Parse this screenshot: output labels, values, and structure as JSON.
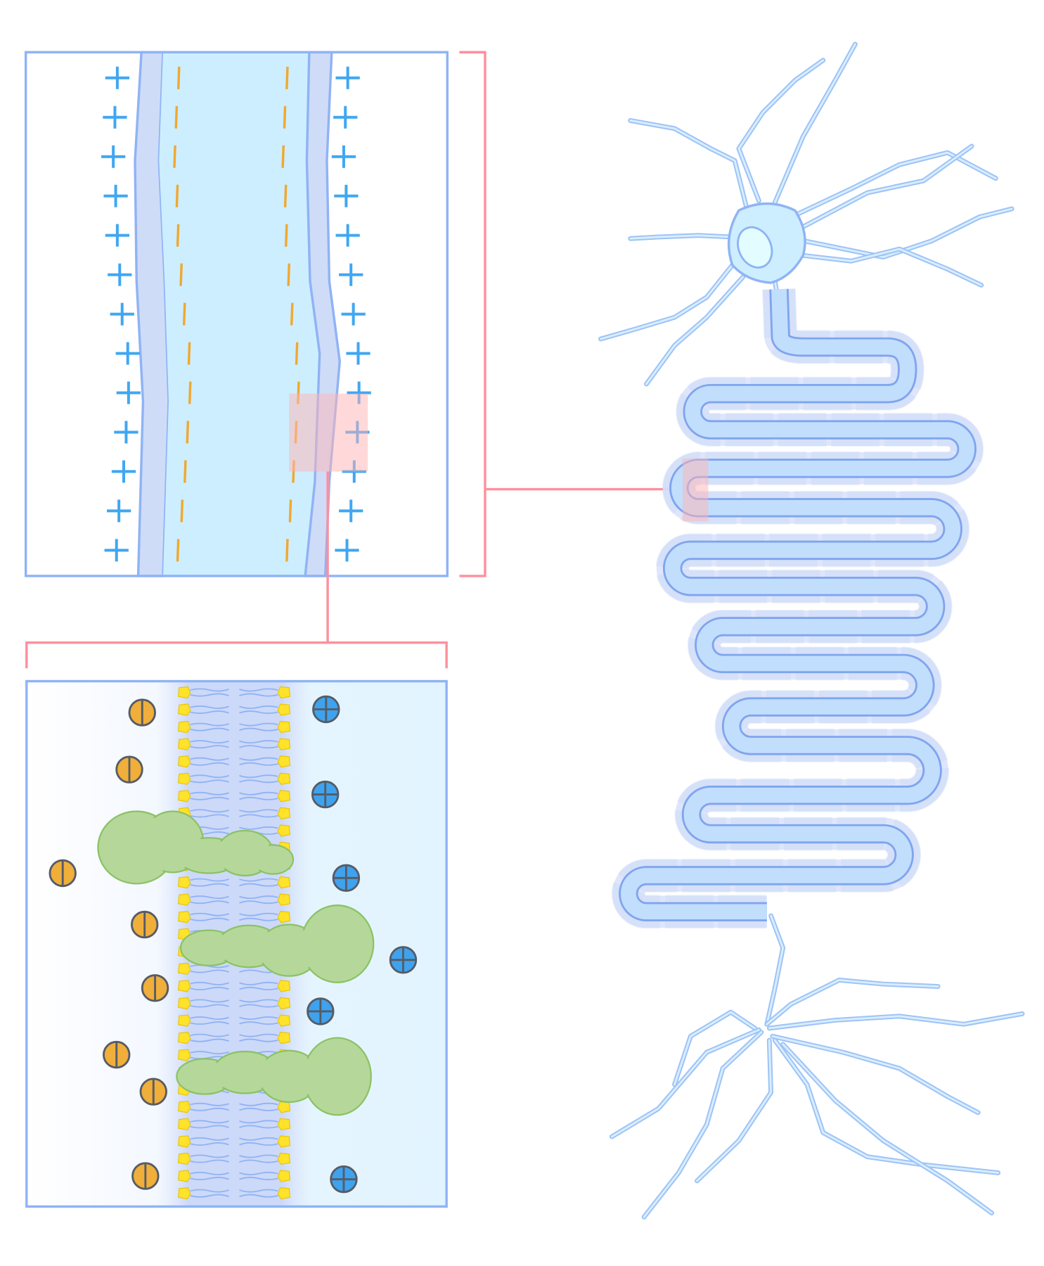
{
  "diagram": {
    "panels": [
      "axon-membrane-charge-view",
      "membrane-ion-channel-view",
      "myelinated-neuron"
    ],
    "icons": {
      "positive_charge": "plus-icon",
      "negative_charge": "minus-icon",
      "cation": "plus-ion-icon",
      "anion": "minus-ion-icon"
    },
    "colors": {
      "frame": "#8fb3f5",
      "bracket": "#ff8f9c",
      "highlight": "#ffb3b3",
      "membrane": "#cfdcf8",
      "cytoplasm": "#cdeeff",
      "plus_charge": "#3fa7f2",
      "minus_charge": "#f0a830",
      "anion_ion": "#f0ae3a",
      "cation_ion": "#3fa2ee",
      "lipid_head": "#ffe22a",
      "protein": "#b5d89a",
      "neuron": "#9ec3f5"
    }
  }
}
